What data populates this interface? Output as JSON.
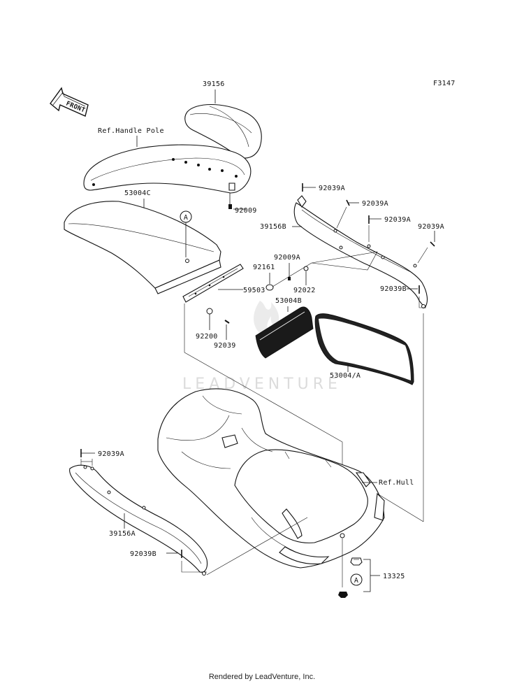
{
  "figure_code": "F3147",
  "front_label": "FRONT",
  "watermark": "LEADVENTURE",
  "footer": "Rendered by LeadVenture, Inc.",
  "ref_marker": "A",
  "labels": {
    "p39156": "39156",
    "ref_handle_pole": "Ref.Handle Pole",
    "p53004c": "53004C",
    "p92009": "92009",
    "p59503": "59503",
    "p92200": "92200",
    "p92039": "92039",
    "p92039a_1": "92039A",
    "p92039a_2": "92039A",
    "p92039a_3": "92039A",
    "p92039a_4": "92039A",
    "p39156b": "39156B",
    "p92009a": "92009A",
    "p92161": "92161",
    "p92022": "92022",
    "p92039b_1": "92039B",
    "p53004b": "53004B",
    "p53004a": "53004/A",
    "ref_hull": "Ref.Hull",
    "p92039a_5": "92039A",
    "p39156a": "39156A",
    "p92039b_2": "92039B",
    "p13325": "13325"
  }
}
